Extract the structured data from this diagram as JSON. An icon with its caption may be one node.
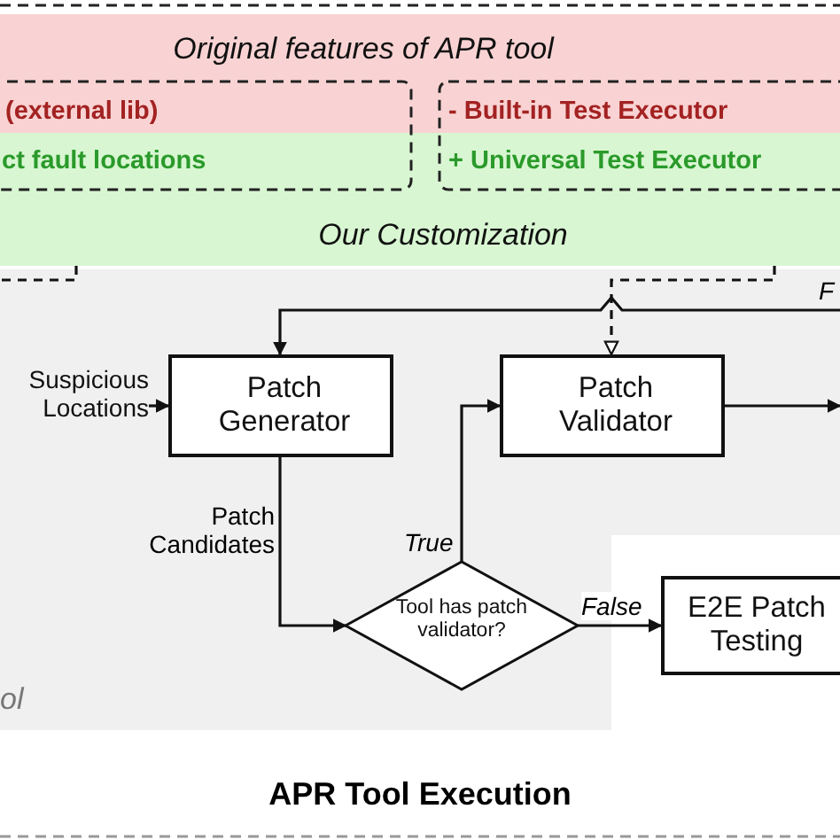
{
  "diagram": {
    "nodes": [
      {
        "text": [
          "Original features of APR tool"
        ]
      },
      {
        "text": [
          "(external lib)",
          "ct fault locations"
        ]
      },
      {
        "text": [
          "- Built-in Test Executor",
          "+ Universal Test Executor"
        ]
      },
      {
        "text": [
          "Our Customization"
        ]
      },
      {
        "text": [
          "ol"
        ]
      },
      {
        "text": [
          "Patch Generator"
        ],
        "in": 4
      },
      {
        "text": [
          "Patch Validator"
        ],
        "in": 4
      },
      {
        "text": [
          "Tool has patch validator?"
        ],
        "in": 4
      },
      {
        "text": [
          "E2E Patch Testing"
        ]
      },
      {
        "text": [
          "Suspicious Locations"
        ],
        "in": 4
      }
    ],
    "edges": [
      {
        "from": 9,
        "to": 5,
        "arrow": "to"
      },
      {
        "from": 5,
        "to": 7,
        "arrow": "to",
        "label": "Patch Candidates"
      },
      {
        "from": 7,
        "to": 6,
        "arrow": "to",
        "label": "True"
      },
      {
        "from": 7,
        "to": 8,
        "arrow": "to",
        "label": "False"
      },
      {
        "from": 6,
        "to": null,
        "arrow": "to"
      },
      {
        "from": null,
        "to": 5,
        "arrow": "to",
        "label": "F"
      },
      {
        "from": 3,
        "to": 6,
        "arrow": "to",
        "style": "dashed"
      },
      {
        "from": 3,
        "to": 4,
        "arrow": "none",
        "style": "dashed"
      }
    ],
    "labels": [
      "APR Tool Execution"
    ]
  }
}
